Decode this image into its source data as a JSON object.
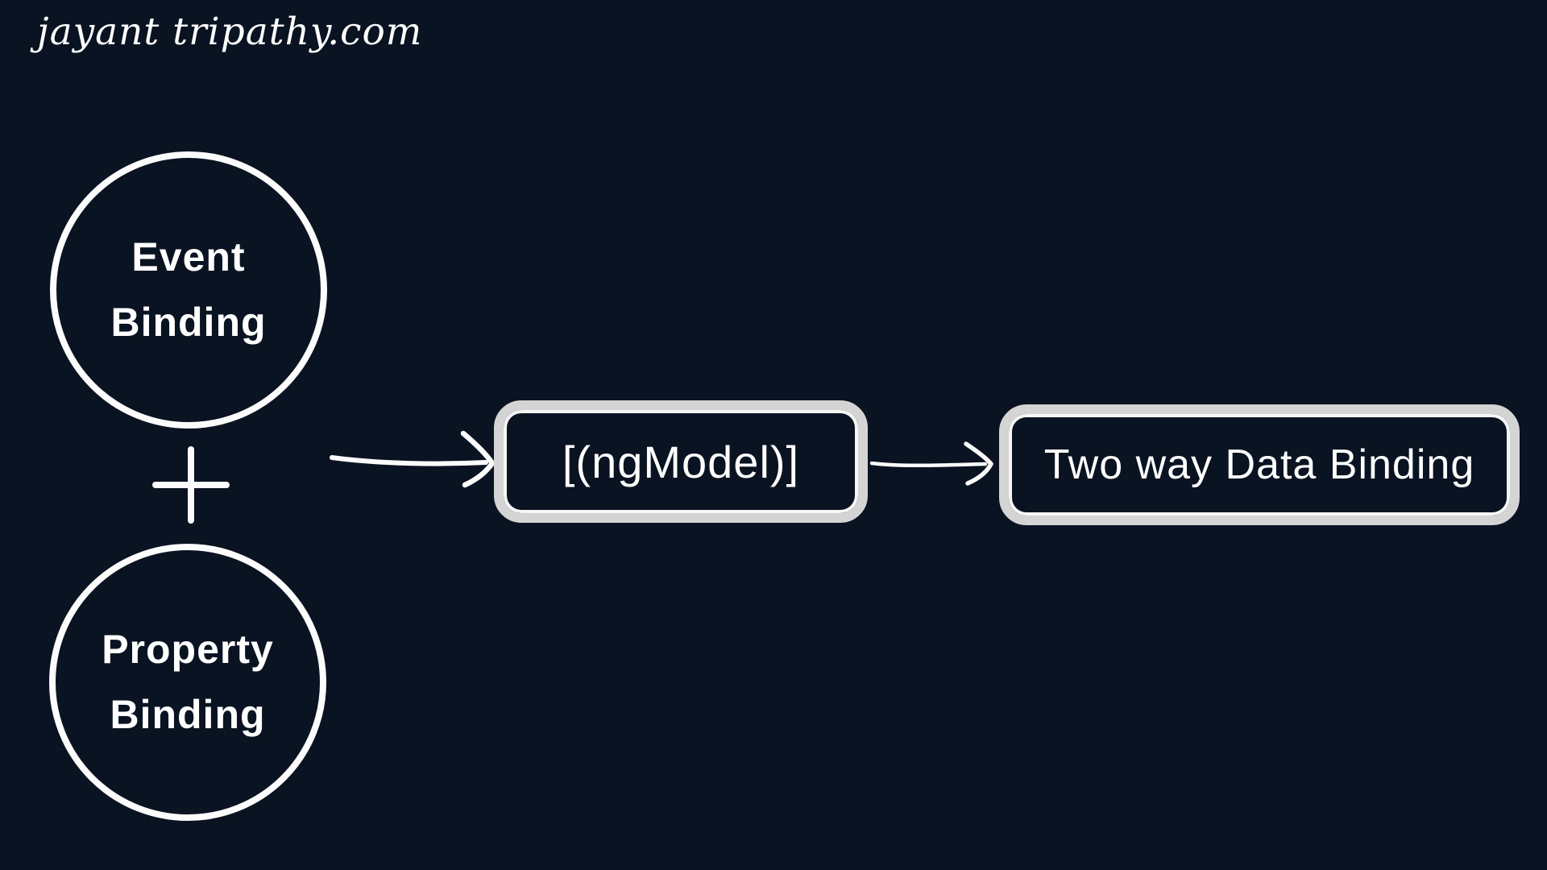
{
  "page": {
    "background_color": "#0a1321",
    "accent_colors": {
      "line_white": "#fcfcfc",
      "text_white": "#ffffff",
      "frame_gray": "#d4d4d4",
      "frame_inner_white": "#f6f6f6"
    }
  },
  "logo": {
    "text": "jayant tripathy.com"
  },
  "diagram": {
    "nodes": {
      "event": {
        "line1": "Event",
        "line2": "Binding"
      },
      "property": {
        "line1": "Property",
        "line2": "Binding"
      },
      "ngmodel": {
        "label": "[(ngModel)]"
      },
      "two_way": {
        "label": "Two way Data Binding"
      }
    },
    "icons": {
      "plus": "plus-icon",
      "arrow_to_ngmodel": "arrow-right-icon",
      "arrow_to_two_way": "arrow-right-icon"
    }
  }
}
